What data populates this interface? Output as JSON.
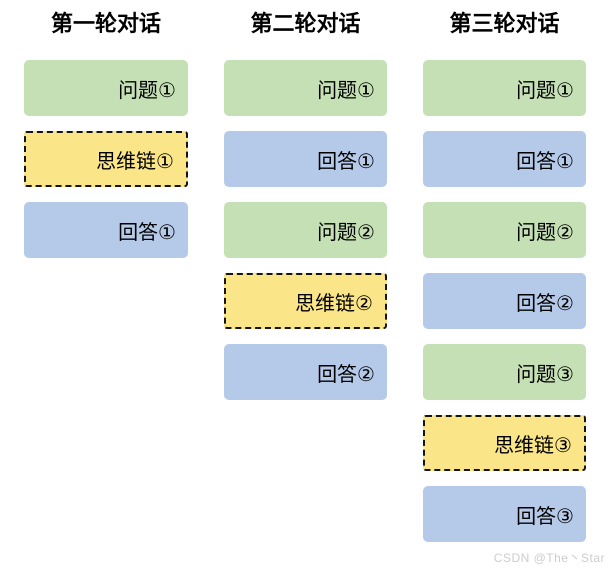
{
  "colors": {
    "background": "#ffffff",
    "question_fill": "#c5e0b4",
    "answer_fill": "#b5c9e8",
    "cot_fill": "#fae588",
    "cot_border": "#141414",
    "title_text": "#000000",
    "label_text": "#000000",
    "watermark_text": "#cdcdcd"
  },
  "columns": [
    {
      "title": "第一轮对话",
      "boxes": [
        {
          "type": "question",
          "label": "问题①"
        },
        {
          "type": "cot",
          "label": "思维链①"
        },
        {
          "type": "answer",
          "label": "回答①"
        }
      ]
    },
    {
      "title": "第二轮对话",
      "boxes": [
        {
          "type": "question",
          "label": "问题①"
        },
        {
          "type": "answer",
          "label": "回答①"
        },
        {
          "type": "question",
          "label": "问题②"
        },
        {
          "type": "cot",
          "label": "思维链②"
        },
        {
          "type": "answer",
          "label": "回答②"
        }
      ]
    },
    {
      "title": "第三轮对话",
      "boxes": [
        {
          "type": "question",
          "label": "问题①"
        },
        {
          "type": "answer",
          "label": "回答①"
        },
        {
          "type": "question",
          "label": "问题②"
        },
        {
          "type": "answer",
          "label": "回答②"
        },
        {
          "type": "question",
          "label": "问题③"
        },
        {
          "type": "cot",
          "label": "思维链③"
        },
        {
          "type": "answer",
          "label": "回答③"
        }
      ]
    }
  ],
  "watermark": {
    "text": "CSDN @The丶Star"
  }
}
